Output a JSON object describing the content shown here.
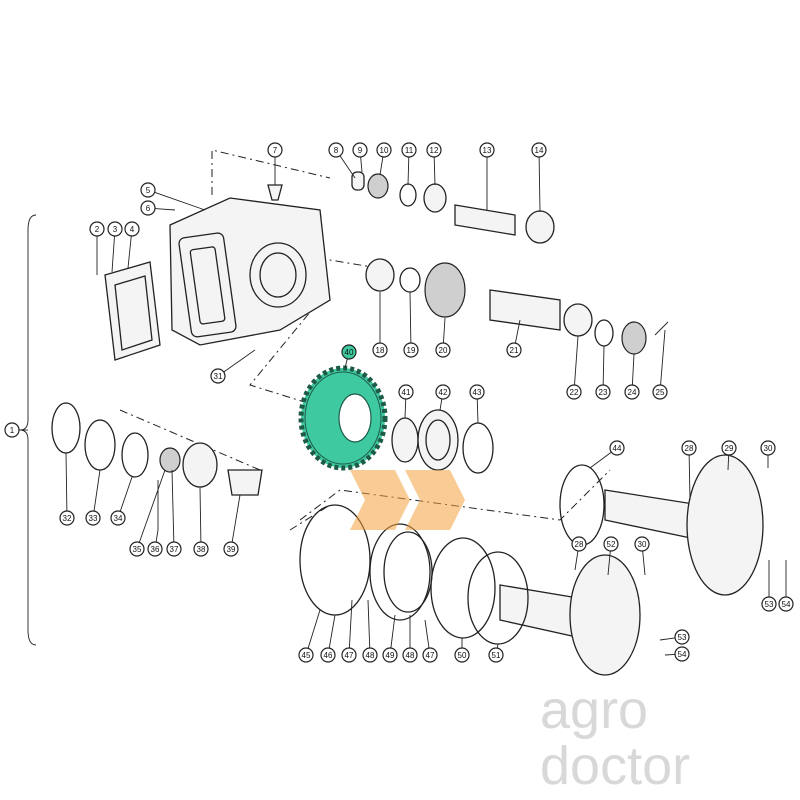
{
  "title": "Exploded parts diagram",
  "highlight_color": "#3fc9a0",
  "watermark": {
    "line1": "agro",
    "line2": "doctor",
    "logo_color": "#f4a340"
  },
  "callouts": [
    "1",
    "2",
    "3",
    "4",
    "5",
    "6",
    "7",
    "8",
    "9",
    "10",
    "11",
    "12",
    "13",
    "14",
    "18",
    "19",
    "20",
    "21",
    "22",
    "23",
    "24",
    "25",
    "31",
    "40",
    "41",
    "42",
    "43",
    "44",
    "28",
    "29",
    "30",
    "32",
    "33",
    "34",
    "35",
    "36",
    "37",
    "38",
    "39",
    "52",
    "28",
    "30",
    "53",
    "54",
    "53",
    "54",
    "45",
    "46",
    "47",
    "48",
    "49",
    "48",
    "47",
    "50",
    "51"
  ],
  "highlighted_part": "40"
}
